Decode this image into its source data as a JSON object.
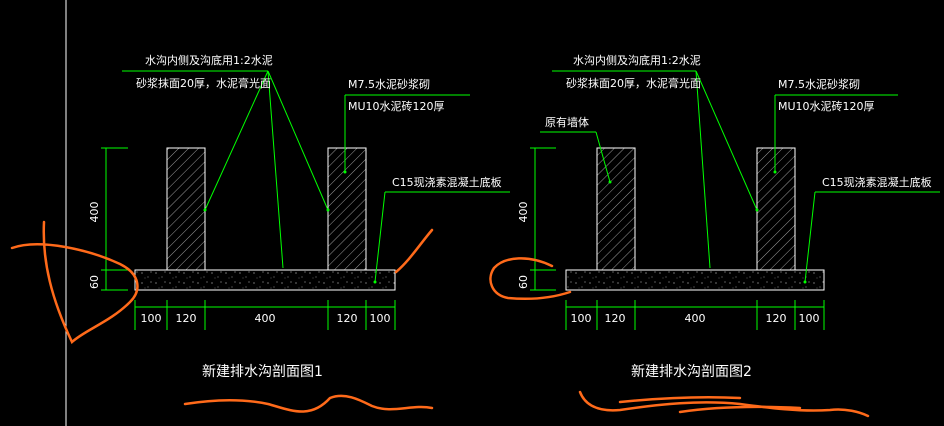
{
  "colors": {
    "background": "#000000",
    "leader": "#00ff00",
    "dimension": "#00ff00",
    "hatch": "#aaaaaa",
    "text": "#ffffff",
    "annotation": "#ff6a1a",
    "axis_line": "#ffffff"
  },
  "section1": {
    "title": "新建排水沟剖面图1",
    "note_plaster_line1": "水沟内侧及沟底用1:2水泥",
    "note_plaster_line2": "砂浆抹面20厚，水泥膏光面",
    "note_mortar": "M7.5水泥砂浆砌",
    "note_brick": "MU10水泥砖120厚",
    "note_slab": "C15现浇素混凝土底板",
    "dim_wall_height": "400",
    "dim_slab_thickness": "60",
    "dims_bottom": [
      "100",
      "120",
      "400",
      "120",
      "100"
    ]
  },
  "section2": {
    "title": "新建排水沟剖面图2",
    "note_plaster_line1": "水沟内侧及沟底用1:2水泥",
    "note_plaster_line2": "砂浆抹面20厚，水泥膏光面",
    "note_existing_wall": "原有墙体",
    "note_mortar": "M7.5水泥砂浆砌",
    "note_brick": "MU10水泥砖120厚",
    "note_slab": "C15现浇素混凝土底板",
    "dim_wall_height": "400",
    "dim_slab_thickness": "60",
    "dims_bottom": [
      "100",
      "120",
      "400",
      "120",
      "100"
    ]
  }
}
